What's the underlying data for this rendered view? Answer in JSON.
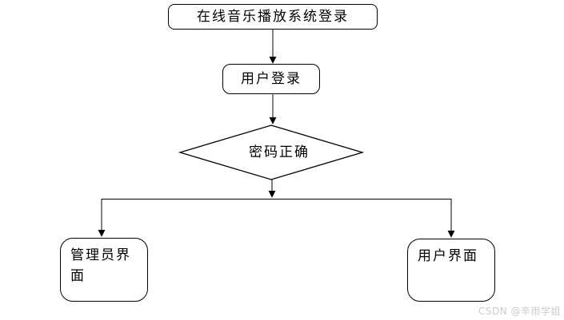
{
  "flowchart": {
    "nodes": {
      "start": {
        "label": "在线音乐播放系统登录",
        "shape": "rounded-rectangle"
      },
      "login": {
        "label": "用户登录",
        "shape": "rounded-rectangle"
      },
      "decision": {
        "label": "密码正确",
        "shape": "diamond"
      },
      "admin": {
        "label": "管理员界面",
        "shape": "rounded-rectangle"
      },
      "user": {
        "label": "用户界面",
        "shape": "rounded-rectangle"
      }
    },
    "edges": [
      {
        "from": "start",
        "to": "login"
      },
      {
        "from": "login",
        "to": "decision"
      },
      {
        "from": "decision",
        "to": "admin"
      },
      {
        "from": "decision",
        "to": "user"
      }
    ],
    "colors": {
      "stroke": "#000000",
      "node_fill": "#ffffff",
      "background": "#ffffff",
      "watermark_text": "#cccccc"
    }
  },
  "watermark": {
    "text": "CSDN @辛雨学姐"
  }
}
